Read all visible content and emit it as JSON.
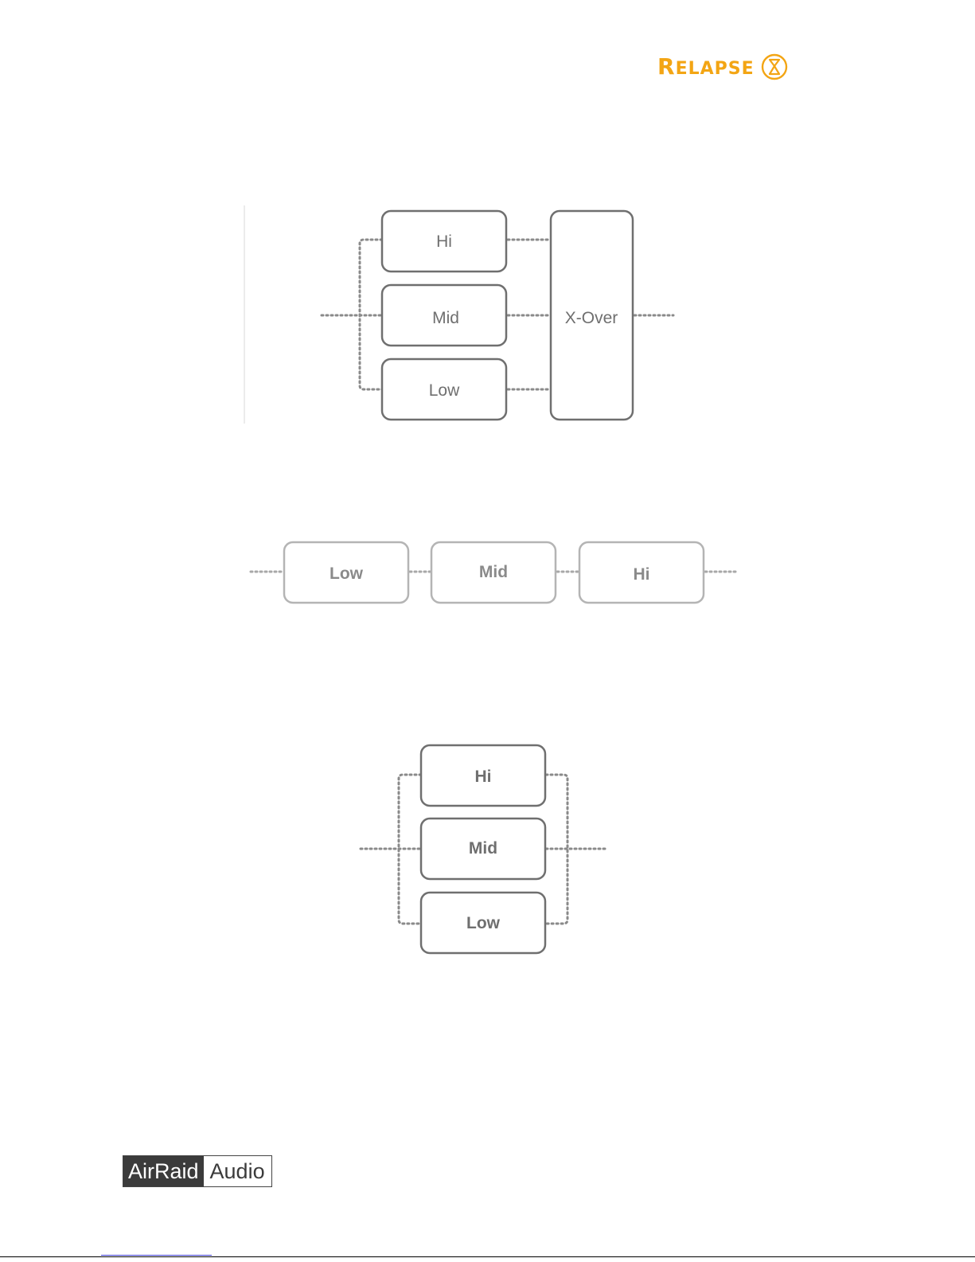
{
  "header": {
    "brand_cap": "R",
    "brand_rest": "ELAPSE",
    "brand_color": "#f3a514",
    "brand_icon": "hourglass-icon"
  },
  "diagram_top": {
    "hi": "Hi",
    "mid": "Mid",
    "low": "Low",
    "xover": "X-Over"
  },
  "diagram_serial": {
    "low": "Low",
    "mid": "Mid",
    "hi": "Hi"
  },
  "diagram_parallel": {
    "hi": "Hi",
    "mid": "Mid",
    "low": "Low"
  },
  "footer": {
    "logo_left": "AirRaid",
    "logo_right": "Audio"
  }
}
